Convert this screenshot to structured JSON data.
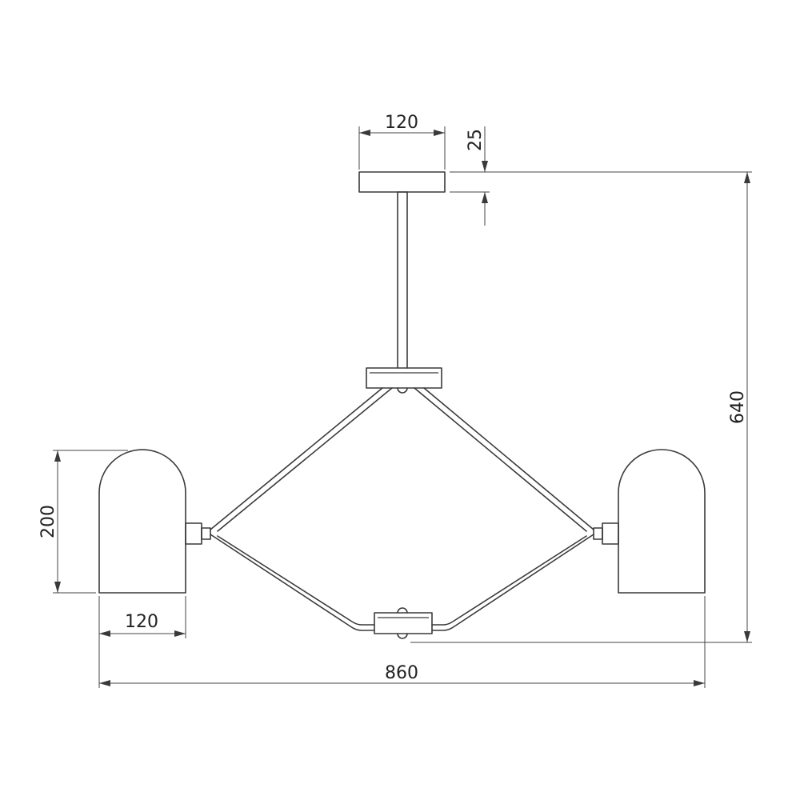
{
  "drawing": {
    "dimensions": {
      "canopy_width": "120",
      "canopy_height": "25",
      "total_height": "640",
      "shade_height": "200",
      "shade_width": "120",
      "total_width": "860"
    },
    "line_color": "#3a3a3a",
    "background": "#ffffff"
  }
}
